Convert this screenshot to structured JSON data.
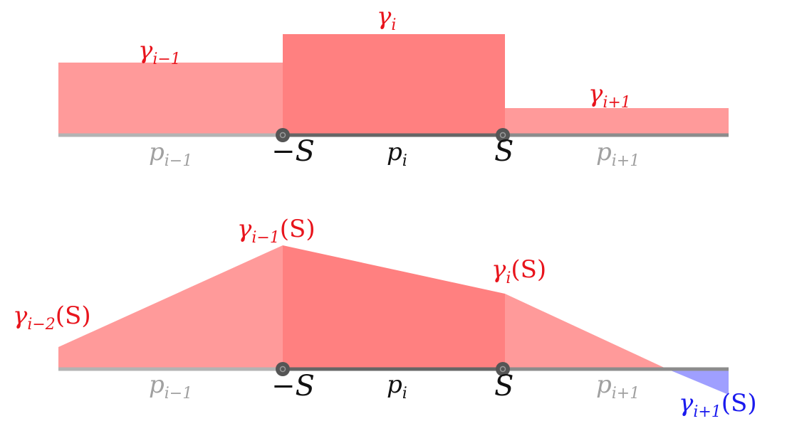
{
  "colors": {
    "red_label": "#e8141c",
    "blue_label": "#1a1aee",
    "gray_label": "#a0a0a0",
    "black_label": "#111111",
    "fill_light": "#ff9a9a",
    "fill_dark": "#ff8080",
    "fill_negative": "#9f9fff",
    "axis_light": "#b3b3b3",
    "axis_dark": "#666666",
    "node": "#555555"
  },
  "top": {
    "gamma_prev": {
      "base": "γ",
      "sub": "i−1"
    },
    "gamma_cur": {
      "base": "γ",
      "sub": "i"
    },
    "gamma_next": {
      "base": "γ",
      "sub": "i+1"
    },
    "p_prev": {
      "base": "p",
      "sub": "i−1"
    },
    "p_cur": {
      "base": "p",
      "sub": "i"
    },
    "p_next": {
      "base": "p",
      "sub": "i+1"
    },
    "minus_s": "−S",
    "s": "S"
  },
  "bottom": {
    "gamma_prev2": {
      "base": "γ",
      "sub": "i−2",
      "arg": "(S)"
    },
    "gamma_prev": {
      "base": "γ",
      "sub": "i−1",
      "arg": "(S)"
    },
    "gamma_cur": {
      "base": "γ",
      "sub": "i",
      "arg": "(S)"
    },
    "gamma_next": {
      "base": "γ",
      "sub": "i+1",
      "arg": "(S)"
    },
    "p_prev": {
      "base": "p",
      "sub": "i−1"
    },
    "p_cur": {
      "base": "p",
      "sub": "i"
    },
    "p_next": {
      "base": "p",
      "sub": "i+1"
    },
    "minus_s": "−S",
    "s": "S"
  }
}
